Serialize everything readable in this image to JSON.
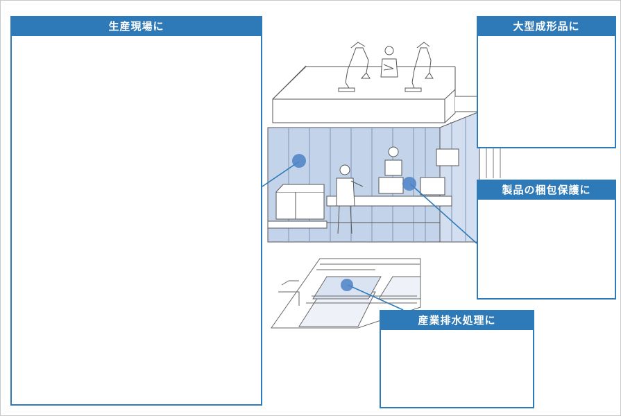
{
  "colors": {
    "accent": "#2e7ab8",
    "glass": "#c3d3ea",
    "marker": "#4d82c6"
  },
  "panels": [
    {
      "id": "production",
      "title": "生産現場に"
    },
    {
      "id": "large-molded",
      "title": "大型成形品に"
    },
    {
      "id": "packaging",
      "title": "製品の梱包保護に"
    },
    {
      "id": "wastewater",
      "title": "産業排水処理に"
    }
  ]
}
